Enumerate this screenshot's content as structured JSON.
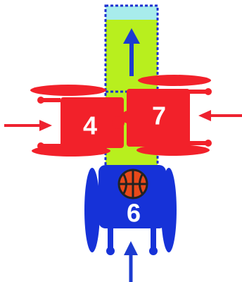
{
  "players": [
    {
      "number": "4",
      "team": "defense"
    },
    {
      "number": "7",
      "team": "defense"
    },
    {
      "number": "6",
      "team": "offense",
      "has_ball": true
    }
  ],
  "colors": {
    "defense": "#f2212a",
    "offense": "#1632d8",
    "lane": "#b8ef1e",
    "lane_top": "#a8ecec",
    "lane_outline": "#1c2fd0",
    "ball": "#e8491a",
    "ball_seam": "#222222",
    "arrow_red": "#ee2230",
    "arrow_blue": "#1c3bd0"
  },
  "icons": [
    "wheelchair-icon",
    "basketball-icon",
    "arrow-icon"
  ]
}
